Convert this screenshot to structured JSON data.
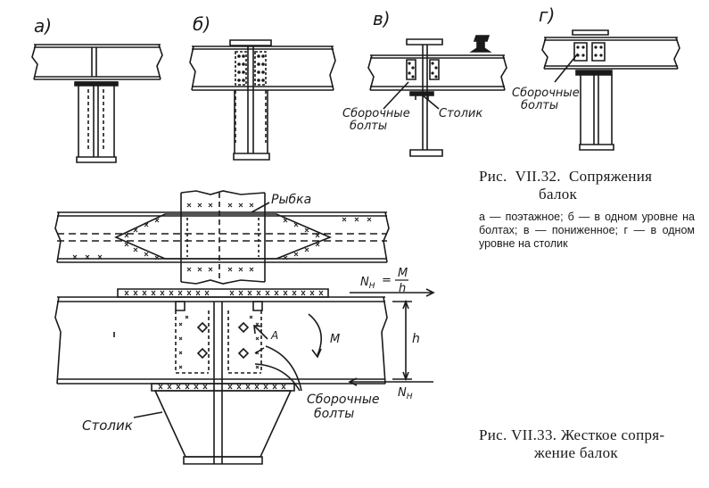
{
  "panels": {
    "a": {
      "letter": "а)"
    },
    "b": {
      "letter": "б)"
    },
    "v": {
      "letter": "в)",
      "label_bolts": "Сборочные\nболты",
      "label_table": "Столик"
    },
    "g": {
      "letter": "г)",
      "label_bolts": "Сборочные\nболты"
    }
  },
  "fig32": {
    "title_line1": "Рис.  VII.32.  Сопряжения",
    "title_line2": "балок",
    "body": "а — поэтажное;  б — в  одном уровне на болтах; в — пониженное;  г — в  одном  уровне  на столик"
  },
  "fig33": {
    "label_fishplate": "Рыбка",
    "label_nh_top": "N",
    "label_nh_sub": "H",
    "label_eq": "=",
    "label_m_num": "M",
    "label_h_den": "h",
    "label_h": "h",
    "label_m": "M",
    "label_a": "A",
    "label_bolts": "Сборочные\nболты",
    "label_table": "Столик",
    "label_nh_bottom": "N",
    "label_nh_bottom_sub": "H",
    "title_line1": "Рис. VII.33. Жесткое сопря-",
    "title_line2": "жение балок"
  }
}
